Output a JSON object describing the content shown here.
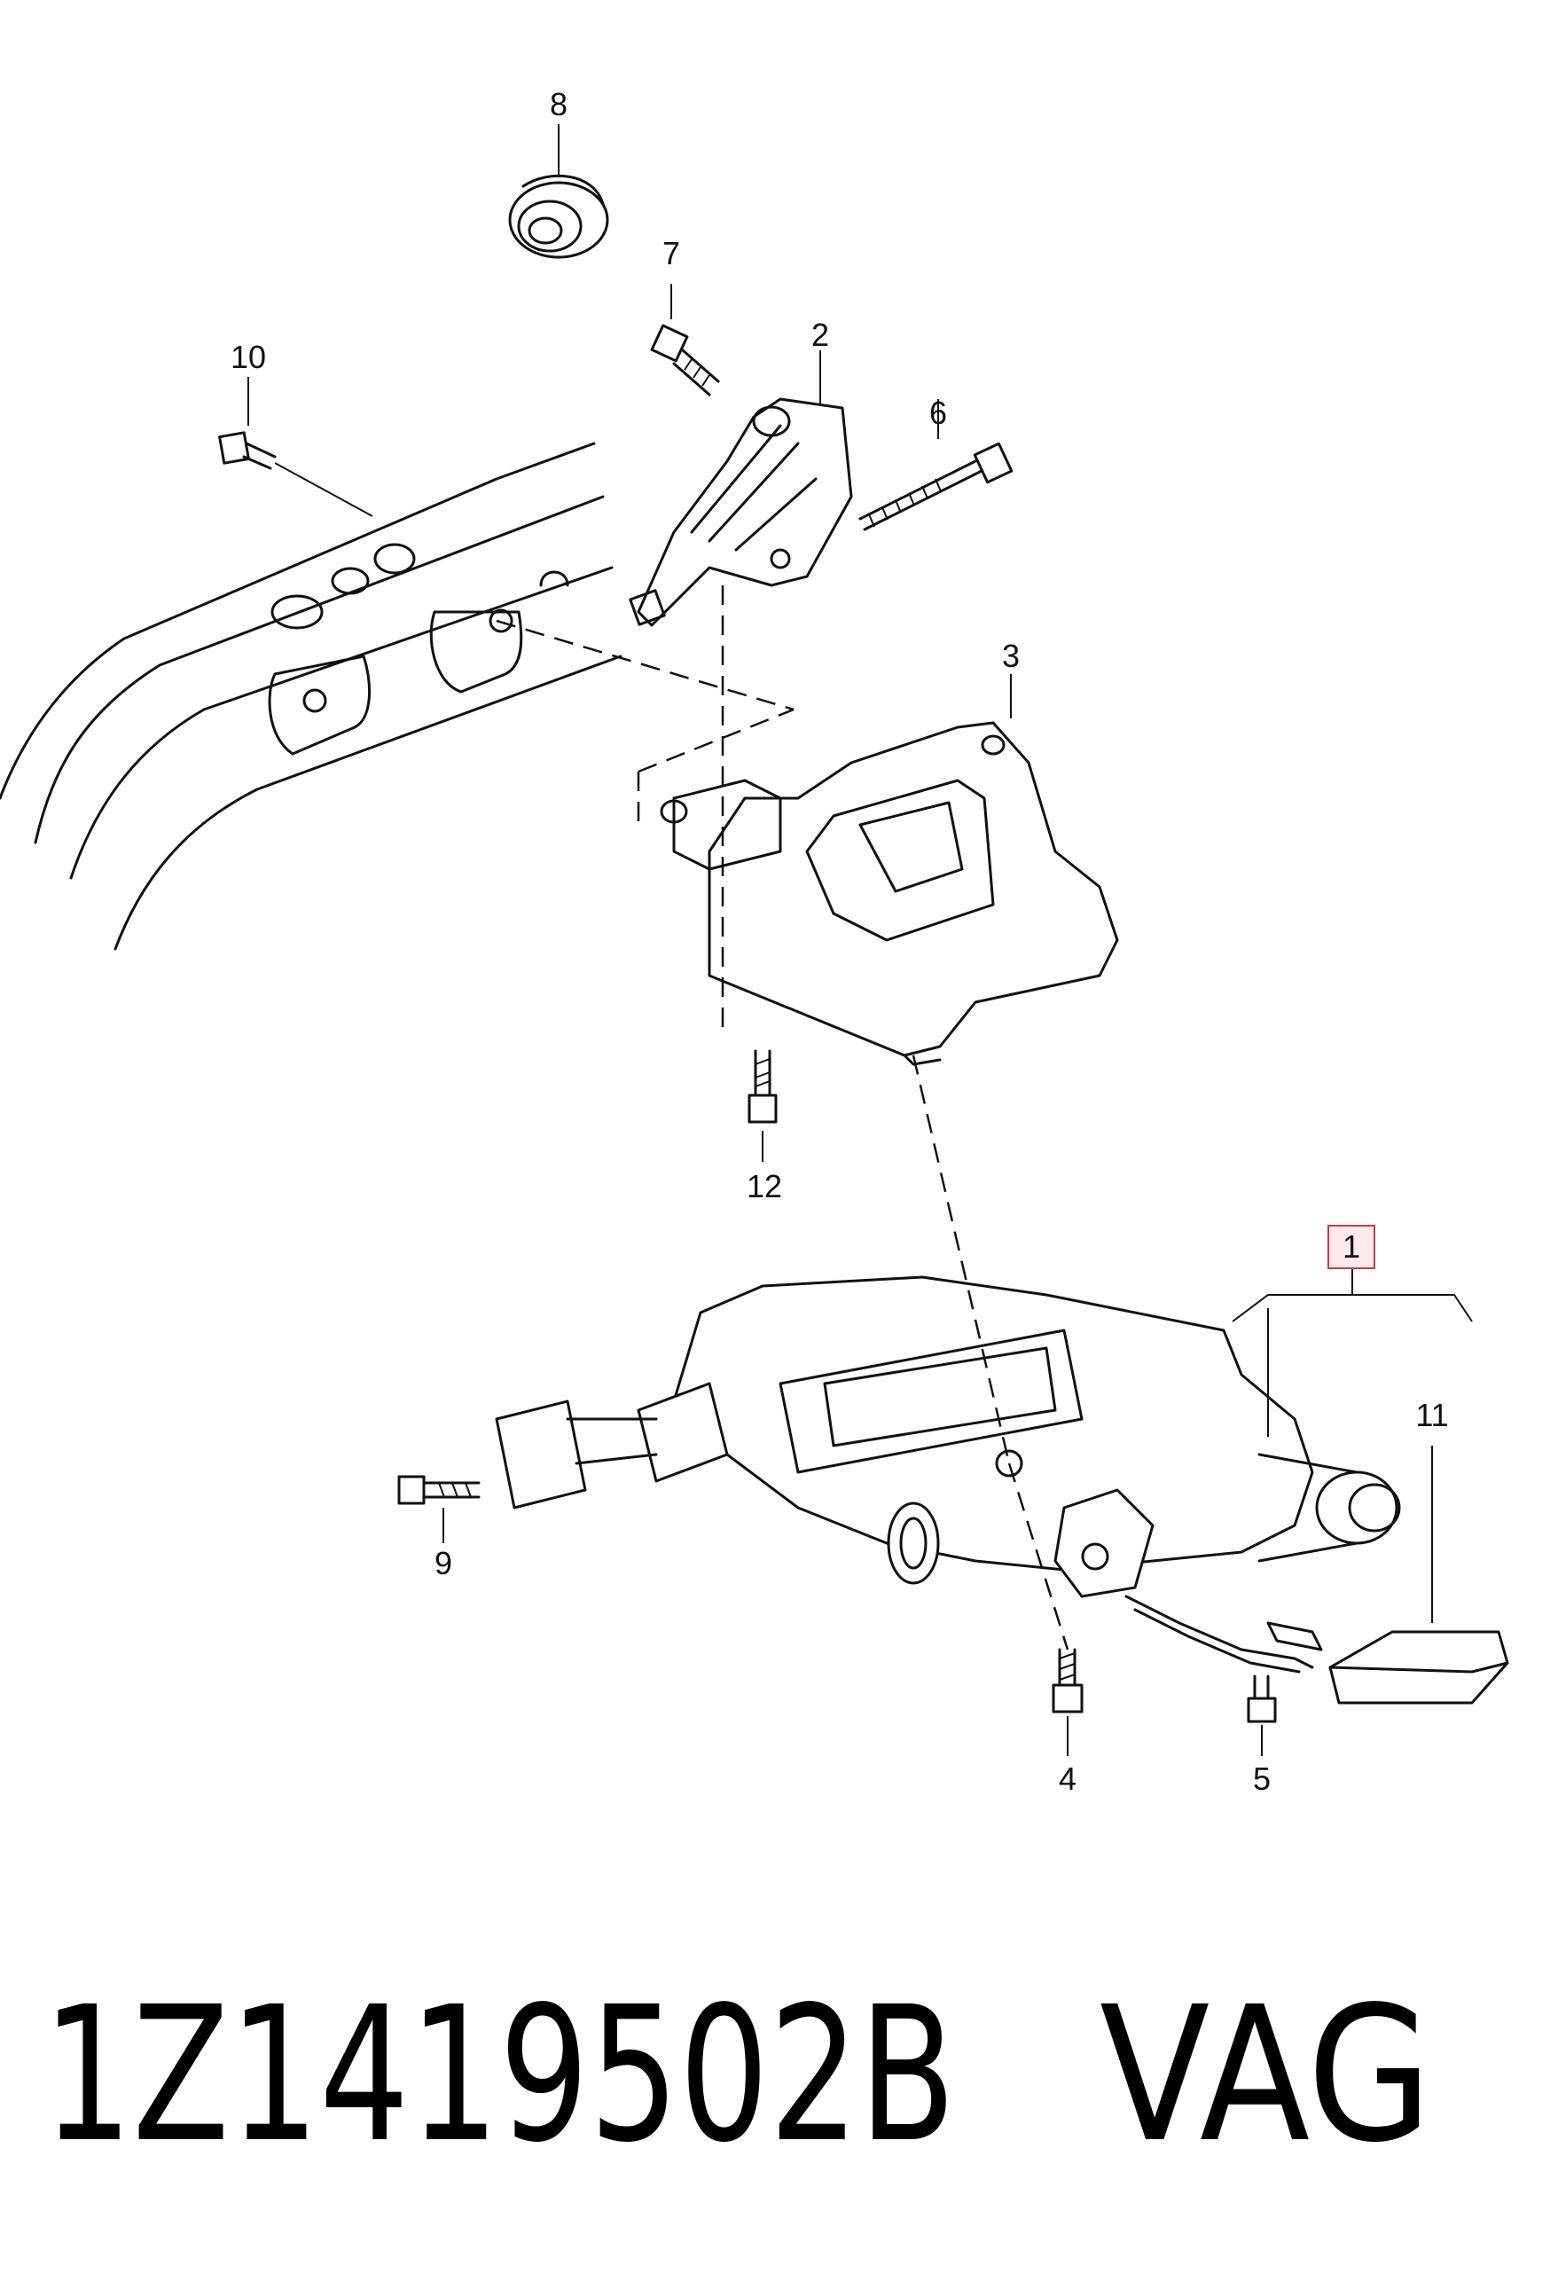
{
  "callouts": {
    "c1": "1",
    "c2": "2",
    "c3": "3",
    "c4": "4",
    "c5": "5",
    "c6": "6",
    "c7": "7",
    "c8": "8",
    "c9": "9",
    "c10": "10",
    "c11": "11",
    "c12": "12"
  },
  "footer": {
    "part_number": "1Z1419502B",
    "brand": "VAG"
  },
  "colors": {
    "ink": "#111111",
    "highlight_border": "#d23b3b",
    "highlight_fill": "#fdeaea"
  }
}
